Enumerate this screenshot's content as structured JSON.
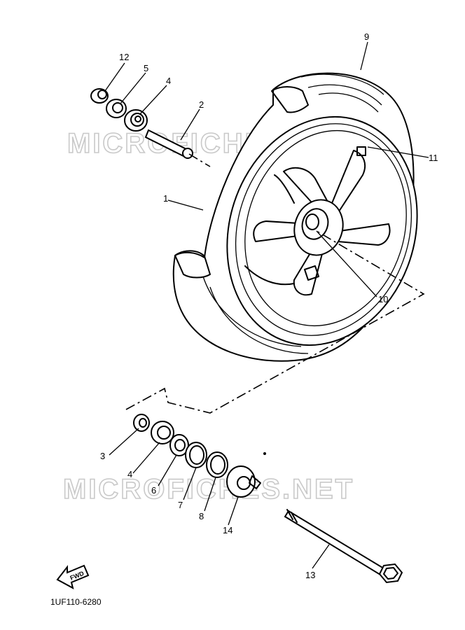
{
  "watermark": "MICROFICHES.NET",
  "diagram_code": "1UF110-6280",
  "direction_arrow": "FWD",
  "icons": {
    "direction": "fwd-arrow-icon"
  },
  "callouts": [
    {
      "id": "c1",
      "label": "1"
    },
    {
      "id": "c2",
      "label": "2"
    },
    {
      "id": "c3",
      "label": "3"
    },
    {
      "id": "c4a",
      "label": "4"
    },
    {
      "id": "c4b",
      "label": "4"
    },
    {
      "id": "c5",
      "label": "5"
    },
    {
      "id": "c6",
      "label": "6"
    },
    {
      "id": "c7",
      "label": "7"
    },
    {
      "id": "c8",
      "label": "8"
    },
    {
      "id": "c9",
      "label": "9"
    },
    {
      "id": "c10",
      "label": "10"
    },
    {
      "id": "c11",
      "label": "11"
    },
    {
      "id": "c12",
      "label": "12"
    },
    {
      "id": "c13",
      "label": "13"
    },
    {
      "id": "c14",
      "label": "14"
    }
  ]
}
